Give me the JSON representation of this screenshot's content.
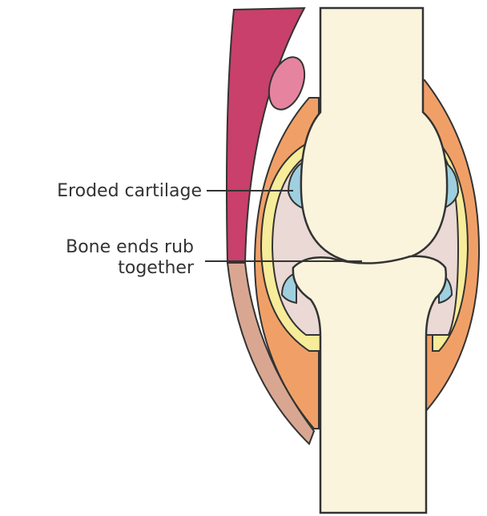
{
  "labels": {
    "eroded_cartilage": "Eroded cartilage",
    "bone_ends_line1": "Bone ends rub",
    "bone_ends_line2": "together"
  },
  "colors": {
    "muscle": "#c8406b",
    "bursa": "#e6849f",
    "tendon": "#d9a791",
    "capsule": "#f0a067",
    "synovium": "#f7ec9a",
    "cartilage": "#9fd0df",
    "joint_space": "#ead9d4",
    "bone": "#fbf4dd",
    "outline": "#333333"
  }
}
